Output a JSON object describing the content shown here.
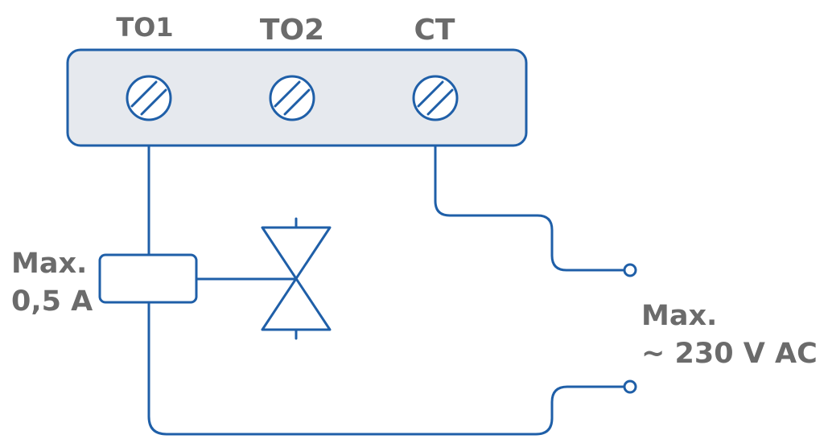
{
  "terminals": {
    "to1": "TO1",
    "to2": "TO2",
    "ct": "CT"
  },
  "load_label": {
    "line1": "Max.",
    "line2": "0,5 A"
  },
  "supply_label": {
    "line1": "Max.",
    "line2": "~ 230 V AC"
  },
  "colors": {
    "stroke": "#1f5fa8",
    "block_fill": "#e6e9ee",
    "text": "#6b6b6b"
  }
}
